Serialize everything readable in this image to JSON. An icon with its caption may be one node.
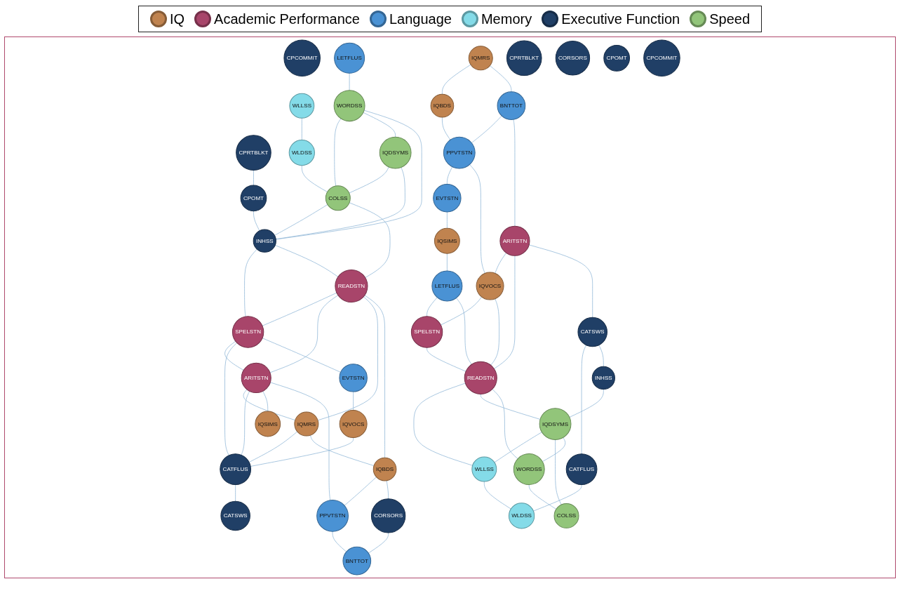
{
  "diagram": {
    "nodes": [
      {
        "text": [
          "CPCOMMIT"
        ]
      },
      {
        "text": [
          "WLLSS"
        ]
      },
      {
        "text": [
          "CPRTBLKT"
        ]
      },
      {
        "text": [
          "LETFLUS"
        ]
      },
      {
        "text": [
          "WLDSS"
        ]
      },
      {
        "text": [
          "CPOMT"
        ]
      },
      {
        "text": [
          "WORDSS"
        ]
      },
      {
        "text": [
          "IQDSYMS"
        ]
      },
      {
        "text": [
          "COLSS"
        ]
      },
      {
        "text": [
          "INHSS"
        ]
      },
      {
        "text": [
          "SPELSTN"
        ]
      },
      {
        "text": [
          "READSTN"
        ]
      },
      {
        "text": [
          "ARITSTN"
        ]
      },
      {
        "text": [
          "EVTSTN"
        ]
      },
      {
        "text": [
          "IQMRS"
        ]
      },
      {
        "text": [
          "CATFLUS"
        ]
      },
      {
        "text": [
          "IQSIMS"
        ]
      },
      {
        "text": [
          "IQVOCS"
        ]
      },
      {
        "text": [
          "IQBDS"
        ]
      },
      {
        "text": [
          "PPVTSTN"
        ]
      },
      {
        "text": [
          "CATSWS"
        ]
      },
      {
        "text": [
          "CORSORS"
        ]
      },
      {
        "text": [
          "BNTTOT"
        ]
      },
      {
        "text": [
          "IQMRS"
        ]
      },
      {
        "text": [
          "IQBDS"
        ]
      },
      {
        "text": [
          "BNTTOT"
        ]
      },
      {
        "text": [
          "CPRTBLKT"
        ]
      },
      {
        "text": [
          "PPVTSTN"
        ]
      },
      {
        "text": [
          "CORSORS"
        ]
      },
      {
        "text": [
          "EVTSTN"
        ]
      },
      {
        "text": [
          "ARITSTN"
        ]
      },
      {
        "text": [
          "CPOMT"
        ]
      },
      {
        "text": [
          "CPCOMMIT"
        ]
      },
      {
        "text": [
          "IQSIMS"
        ]
      },
      {
        "text": [
          "IQVOCS"
        ]
      },
      {
        "text": [
          "CATSWS"
        ]
      },
      {
        "text": [
          "CATFLUS"
        ]
      },
      {
        "text": [
          "LETFLUS"
        ]
      },
      {
        "text": [
          "SPELSTN"
        ]
      },
      {
        "text": [
          "READSTN"
        ]
      },
      {
        "text": [
          "WLDSS"
        ]
      },
      {
        "text": [
          "INHSS"
        ]
      },
      {
        "text": [
          "WLLSS"
        ]
      },
      {
        "text": [
          "IQDSYMS"
        ]
      },
      {
        "text": [
          "COLSS"
        ]
      },
      {
        "text": [
          "WORDSS"
        ]
      }
    ],
    "edges": [
      {
        "from": 1,
        "to": 4,
        "arrow": "none"
      },
      {
        "from": 2,
        "to": 5,
        "arrow": "none"
      },
      {
        "from": 3,
        "to": 6,
        "arrow": "none"
      },
      {
        "from": 4,
        "to": 8,
        "arrow": "none"
      },
      {
        "from": 5,
        "to": 9,
        "arrow": "none"
      },
      {
        "from": 6,
        "to": 8,
        "arrow": "none"
      },
      {
        "from": 6,
        "to": 7,
        "arrow": "none"
      },
      {
        "from": 6,
        "to": 9,
        "arrow": "none"
      },
      {
        "from": 7,
        "to": 8,
        "arrow": "none"
      },
      {
        "from": 7,
        "to": 9,
        "arrow": "none"
      },
      {
        "from": 8,
        "to": 9,
        "arrow": "none"
      },
      {
        "from": 8,
        "to": 11,
        "arrow": "none"
      },
      {
        "from": 9,
        "to": 10,
        "arrow": "none"
      },
      {
        "from": 9,
        "to": 11,
        "arrow": "none"
      },
      {
        "from": 11,
        "to": 10,
        "arrow": "none"
      },
      {
        "from": 11,
        "to": 12,
        "arrow": "none"
      },
      {
        "from": 10,
        "to": 12,
        "arrow": "none"
      },
      {
        "from": 11,
        "to": 14,
        "arrow": "none"
      },
      {
        "from": 12,
        "to": 14,
        "arrow": "none"
      },
      {
        "from": 10,
        "to": 15,
        "arrow": "none"
      },
      {
        "from": 12,
        "to": 15,
        "arrow": "none"
      },
      {
        "from": 14,
        "to": 15,
        "arrow": "none"
      },
      {
        "from": 14,
        "to": 18,
        "arrow": "none"
      },
      {
        "from": 12,
        "to": 16,
        "arrow": "none"
      },
      {
        "from": 12,
        "to": 19,
        "arrow": "none"
      },
      {
        "from": 10,
        "to": 13,
        "arrow": "none"
      },
      {
        "from": 13,
        "to": 17,
        "arrow": "none"
      },
      {
        "from": 17,
        "to": 15,
        "arrow": "none"
      },
      {
        "from": 15,
        "to": 20,
        "arrow": "none"
      },
      {
        "from": 18,
        "to": 19,
        "arrow": "none"
      },
      {
        "from": 18,
        "to": 21,
        "arrow": "none"
      },
      {
        "from": 19,
        "to": 22,
        "arrow": "none"
      },
      {
        "from": 21,
        "to": 22,
        "arrow": "none"
      },
      {
        "from": 11,
        "to": 18,
        "arrow": "none"
      },
      {
        "from": 23,
        "to": 24,
        "arrow": "none"
      },
      {
        "from": 23,
        "to": 25,
        "arrow": "none"
      },
      {
        "from": 24,
        "to": 27,
        "arrow": "none"
      },
      {
        "from": 25,
        "to": 27,
        "arrow": "none"
      },
      {
        "from": 27,
        "to": 29,
        "arrow": "none"
      },
      {
        "from": 25,
        "to": 30,
        "arrow": "none"
      },
      {
        "from": 29,
        "to": 33,
        "arrow": "none"
      },
      {
        "from": 27,
        "to": 34,
        "arrow": "none"
      },
      {
        "from": 30,
        "to": 34,
        "arrow": "none"
      },
      {
        "from": 33,
        "to": 37,
        "arrow": "none"
      },
      {
        "from": 34,
        "to": 38,
        "arrow": "none"
      },
      {
        "from": 37,
        "to": 38,
        "arrow": "none"
      },
      {
        "from": 38,
        "to": 39,
        "arrow": "none"
      },
      {
        "from": 30,
        "to": 39,
        "arrow": "none"
      },
      {
        "from": 34,
        "to": 39,
        "arrow": "none"
      },
      {
        "from": 37,
        "to": 39,
        "arrow": "none"
      },
      {
        "from": 30,
        "to": 35,
        "arrow": "none"
      },
      {
        "from": 35,
        "to": 36,
        "arrow": "none"
      },
      {
        "from": 36,
        "to": 40,
        "arrow": "none"
      },
      {
        "from": 42,
        "to": 40,
        "arrow": "none"
      },
      {
        "from": 39,
        "to": 42,
        "arrow": "none"
      },
      {
        "from": 39,
        "to": 43,
        "arrow": "none"
      },
      {
        "from": 43,
        "to": 42,
        "arrow": "none"
      },
      {
        "from": 39,
        "to": 45,
        "arrow": "none"
      },
      {
        "from": 43,
        "to": 44,
        "arrow": "none"
      },
      {
        "from": 45,
        "to": 44,
        "arrow": "none"
      },
      {
        "from": 41,
        "to": 43,
        "arrow": "none"
      },
      {
        "from": 35,
        "to": 41,
        "arrow": "none"
      },
      {
        "from": 43,
        "to": 45,
        "arrow": "none"
      }
    ],
    "legend": [
      {
        "text": "IQ",
        "color": "#c0834f"
      },
      {
        "text": "Academic Performance",
        "color": "#a8456a"
      },
      {
        "text": "Language",
        "color": "#4a92d4"
      },
      {
        "text": "Memory",
        "color": "#84dbe8"
      },
      {
        "text": "Executive Function",
        "color": "#203f66"
      },
      {
        "text": "Speed",
        "color": "#92c57a"
      }
    ]
  }
}
